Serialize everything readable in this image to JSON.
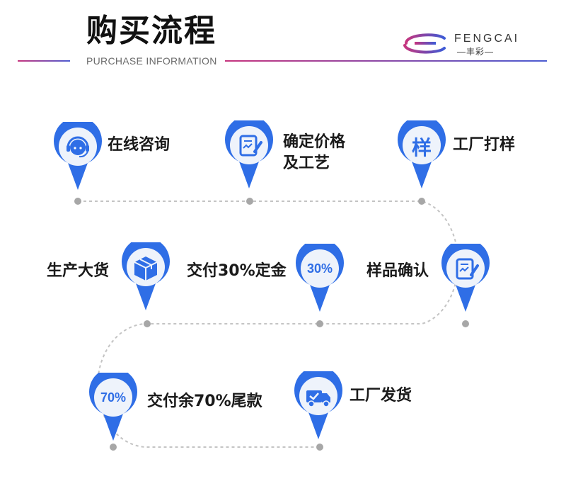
{
  "header": {
    "title": "购买流程",
    "subtitle": "PURCHASE INFORMATION",
    "brand_name": "FENGCAI",
    "brand_sub": "—丰彩—"
  },
  "steps": [
    {
      "label": "在线咨询",
      "icon": "headset-support-icon"
    },
    {
      "label_line1": "确定价格",
      "label_line2": "及工艺",
      "icon": "document-pen-icon"
    },
    {
      "label": "工厂打样",
      "icon_text": "样"
    },
    {
      "label": "样品确认",
      "icon": "document-pen-icon"
    },
    {
      "label": "交付30%定金",
      "icon_text": "30%"
    },
    {
      "label": "生产大货",
      "icon": "package-box-icon"
    },
    {
      "label": "交付余70%尾款",
      "icon_text": "70%"
    },
    {
      "label": "工厂发货",
      "icon": "delivery-truck-icon"
    }
  ],
  "colors": {
    "pin_blue": "#2f6ee6",
    "pin_light": "#eef3fb",
    "dots": "#a7a7a7",
    "accent_pink": "#c6357e",
    "accent_purple": "#4c5cd1"
  }
}
